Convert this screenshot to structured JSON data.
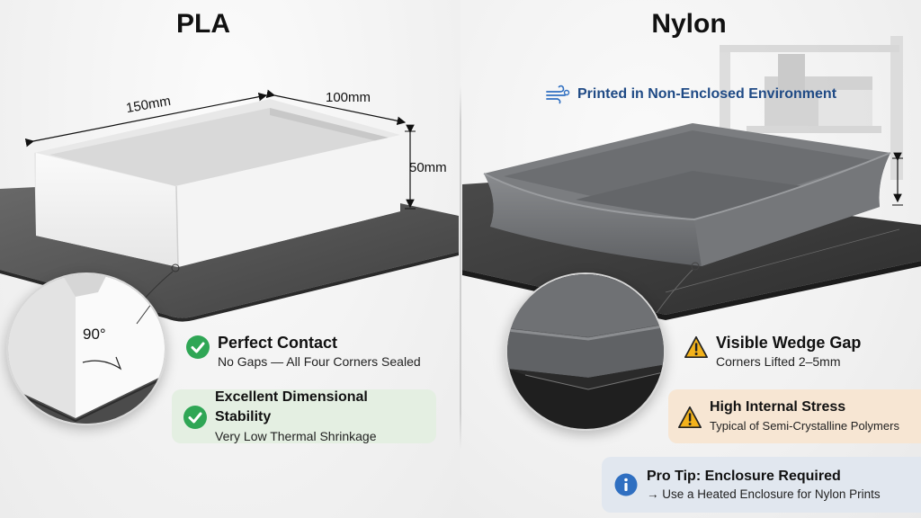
{
  "panels": {
    "pla": {
      "title": "PLA",
      "dimensions": {
        "length": "150mm",
        "width": "100mm",
        "height": "50mm"
      },
      "magnifier": {
        "angle_label": "90°"
      },
      "features": [
        {
          "icon": "check-circle-icon",
          "title": "Perfect Contact",
          "subtitle": "No Gaps — All Four Corners Sealed",
          "highlighted": false
        },
        {
          "icon": "check-circle-icon",
          "title": "Excellent Dimensional Stability",
          "subtitle": "Very Low Thermal Shrinkage",
          "highlighted": true
        }
      ],
      "part_color": "#f2f2f2"
    },
    "nylon": {
      "title": "Nylon",
      "environment_note": {
        "icon": "wind-icon",
        "text": "Printed in Non-Enclosed Environment"
      },
      "features": [
        {
          "icon": "warning-triangle-icon",
          "title": "Visible Wedge Gap",
          "subtitle": "Corners Lifted 2–5mm",
          "highlighted": false
        },
        {
          "icon": "warning-triangle-icon",
          "title": "High Internal Stress",
          "subtitle": "Typical of Semi-Crystalline Polymers",
          "highlighted": true
        }
      ],
      "pro_tip": {
        "icon": "info-circle-icon",
        "title": "Pro Tip:  Enclosure Required",
        "subtitle": "→ Use a Heated Enclosure for Nylon Prints"
      },
      "part_color": "#6e7073"
    }
  },
  "colors": {
    "success_green": "#2fa655",
    "success_bg": "#e4efe2",
    "warning_yellow": "#f3b21b",
    "warning_bg": "#f7e6d3",
    "info_blue": "#2f6fc1",
    "info_bg": "#e1e7ef",
    "note_text": "#1f4a85",
    "build_plate": "#4a4a4a"
  }
}
